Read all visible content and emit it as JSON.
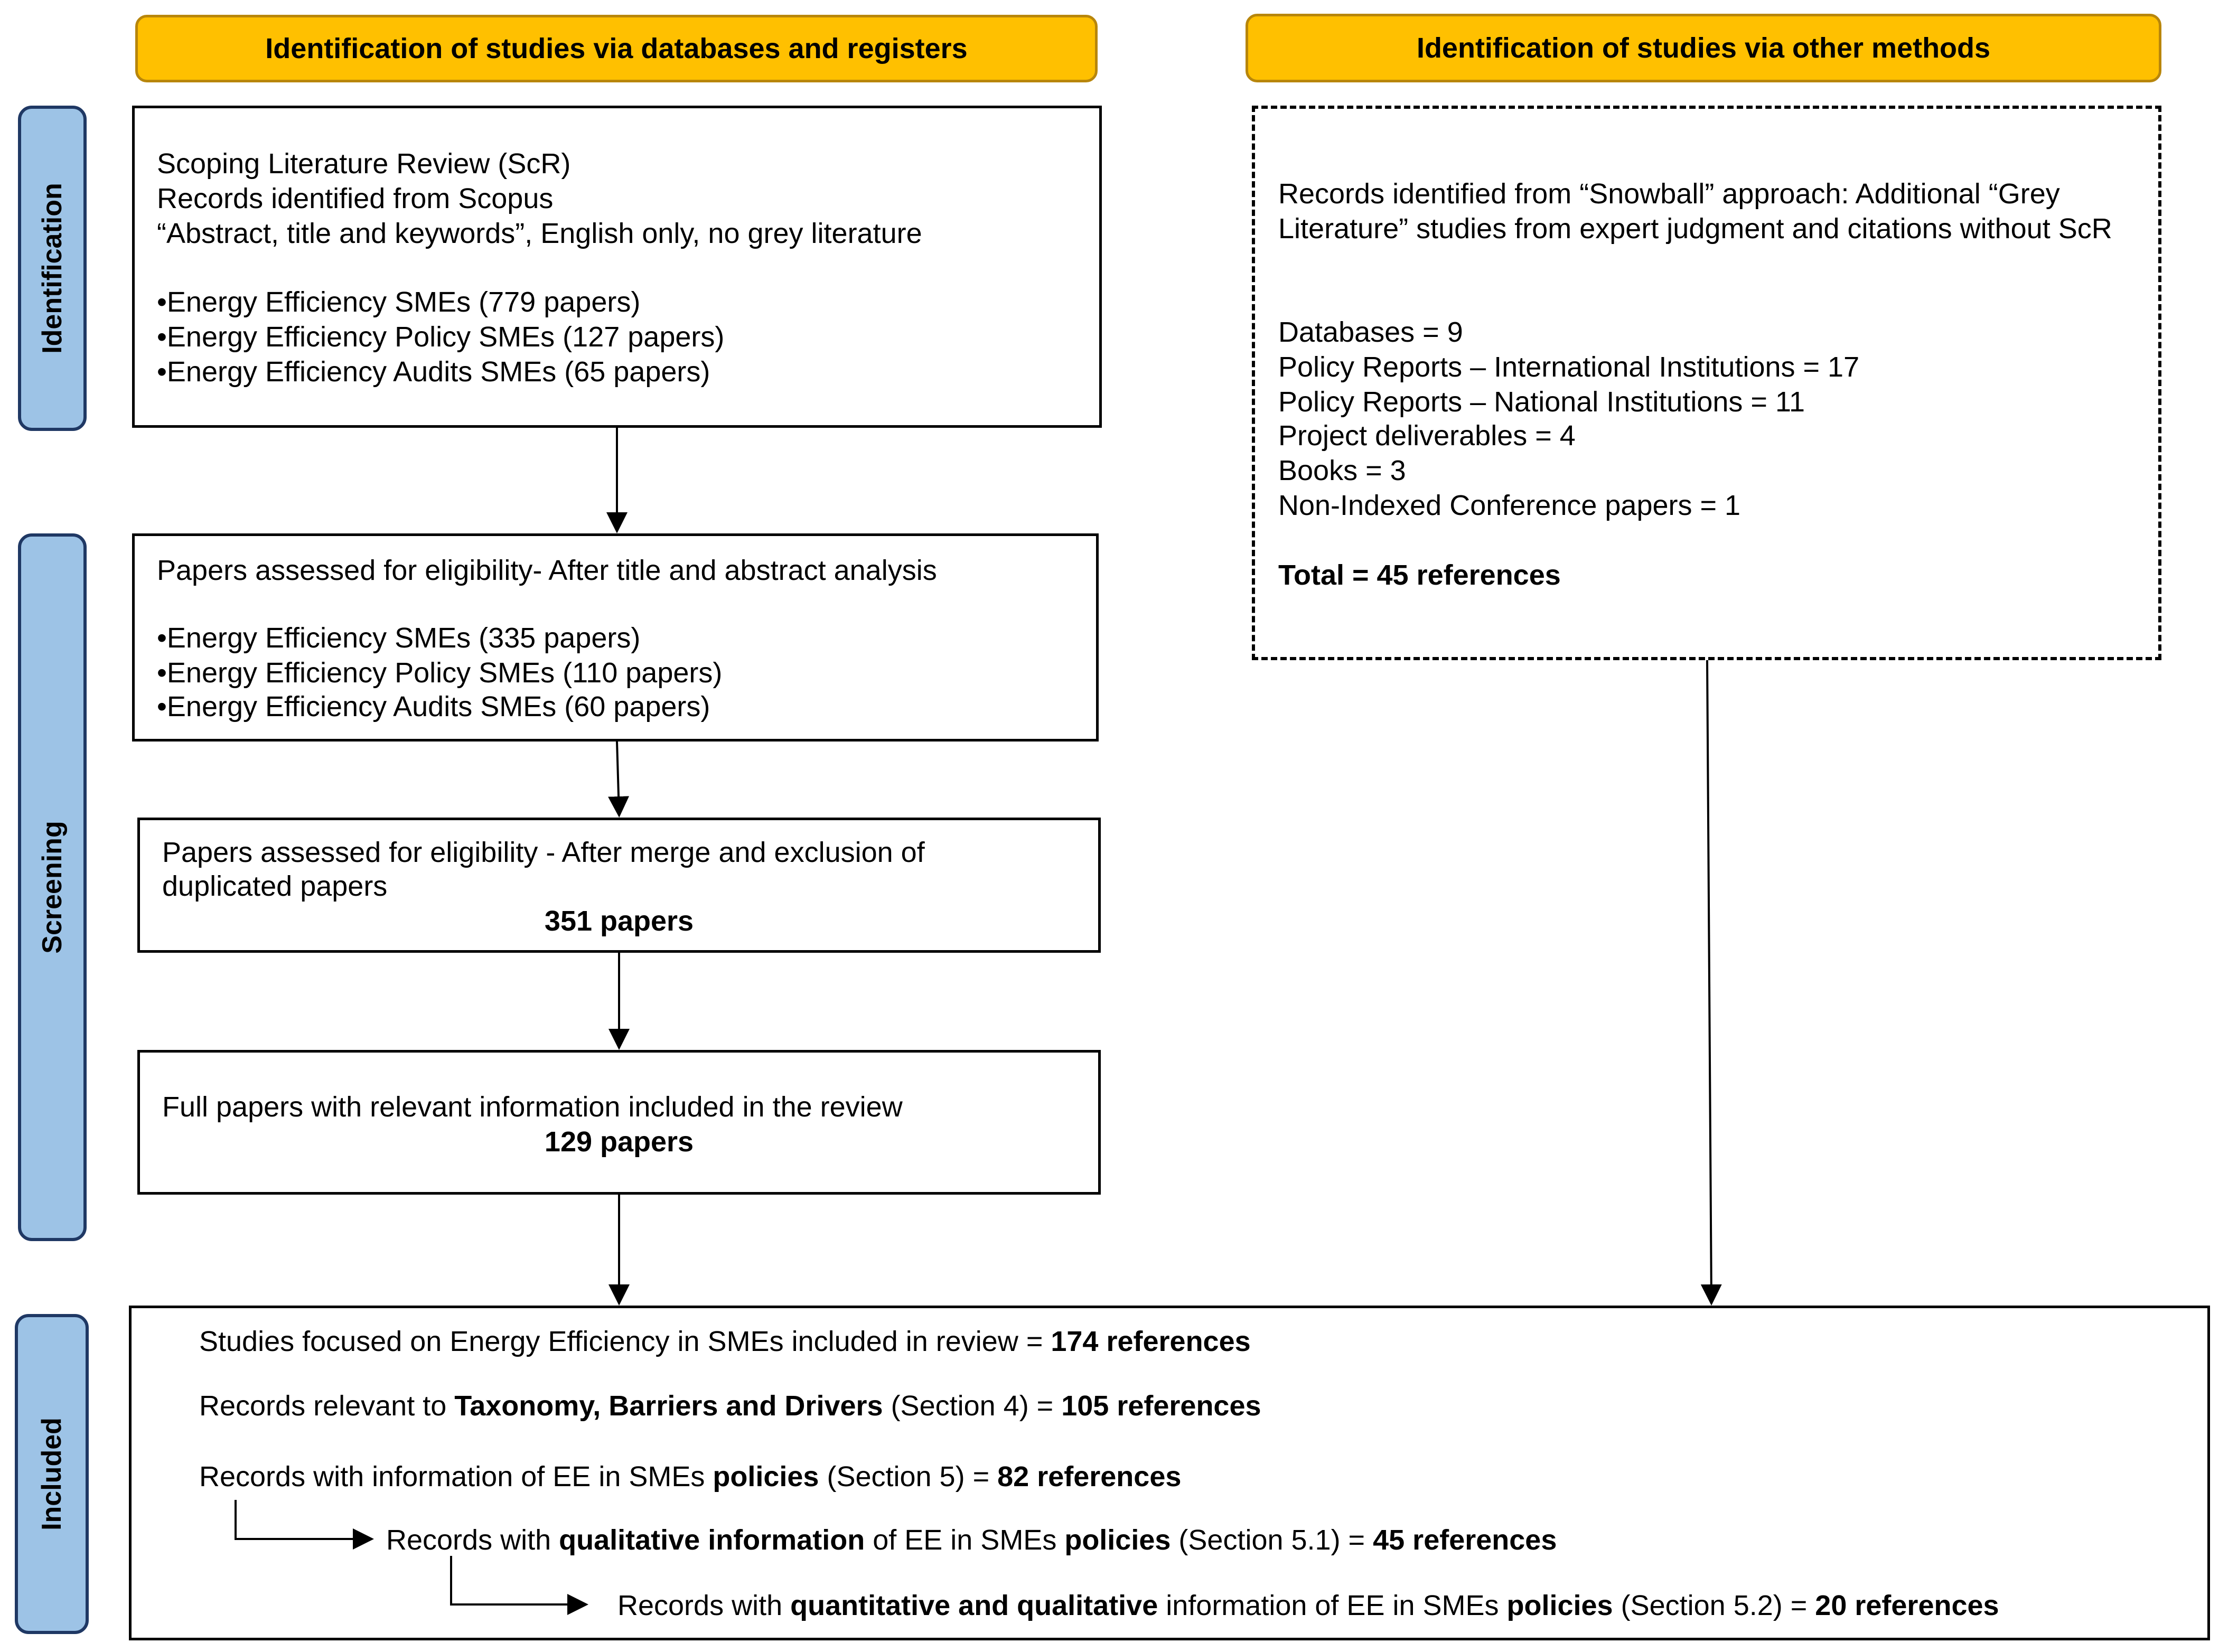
{
  "headers": {
    "left": "Identification of studies via databases and registers",
    "right": "Identification of studies via other methods"
  },
  "phases": {
    "identification": "Identification",
    "screening": "Screening",
    "included": "Included"
  },
  "box_identification": {
    "line1": "Scoping Literature Review (ScR)",
    "line2": "Records identified from Scopus",
    "line3": "“Abstract, title and keywords”, English only, no grey literature",
    "bullets": [
      "•Energy Efficiency SMEs (779 papers)",
      "•Energy Efficiency Policy SMEs (127 papers)",
      "•Energy Efficiency Audits SMEs (65 papers)"
    ]
  },
  "box_screening_title": {
    "title": "Papers assessed for eligibility- After title and abstract analysis",
    "bullets": [
      "•Energy Efficiency SMEs (335 papers)",
      "•Energy Efficiency Policy SMEs (110 papers)",
      "•Energy Efficiency Audits SMEs (60 papers)"
    ]
  },
  "box_merge": {
    "line1": "Papers assessed for eligibility - After merge and exclusion of",
    "line2": "duplicated papers",
    "count": "351 papers"
  },
  "box_full": {
    "line1": "Full papers with relevant information included in the review",
    "count": "129 papers"
  },
  "box_other": {
    "line1": "Records identified from “Snowball” approach: Additional “Grey",
    "line2": "Literature” studies from expert judgment and citations without ScR",
    "items": [
      "Databases = 9",
      "Policy Reports – International Institutions = 17",
      "Policy Reports – National Institutions = 11",
      "Project deliverables = 4",
      "Books = 3",
      "Non-Indexed Conference papers = 1"
    ],
    "total": "Total = 45 references"
  },
  "included": {
    "row1": {
      "a": "Studies focused on Energy Efficiency in SMEs included in review  = ",
      "b": "174 references"
    },
    "row2": {
      "a": "Records relevant to ",
      "b": "Taxonomy, Barriers and Drivers",
      "c": " (Section 4) = ",
      "d": "105 references"
    },
    "row3": {
      "a": "Records with information of EE in SMEs ",
      "b": "policies",
      "c": " (Section 5) = ",
      "d": "82 references"
    },
    "row4": {
      "a": "Records with ",
      "b": "qualitative information",
      "c": " of EE in SMEs ",
      "d": "policies",
      "e": " (Section 5.1) = ",
      "f": "45 references"
    },
    "row5": {
      "a": "Records with ",
      "b": "quantitative and qualitative",
      "c": " information of EE in SMEs ",
      "d": "policies",
      "e": " (Section 5.2)  = ",
      "f": "20 references"
    }
  }
}
